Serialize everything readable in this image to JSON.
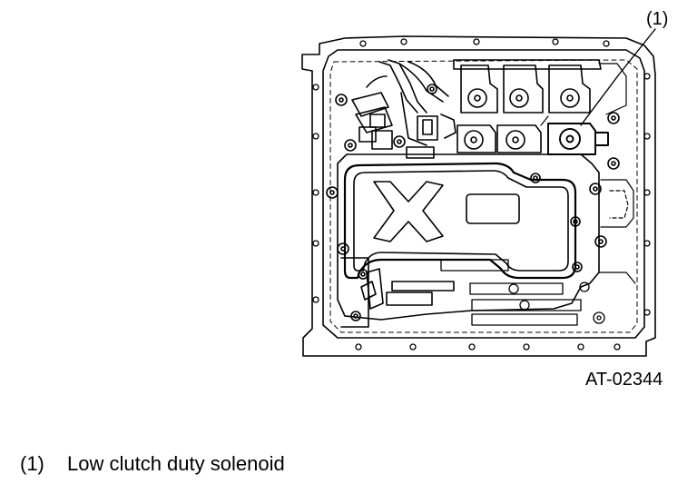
{
  "figure": {
    "callout_label": "(1)",
    "figure_id": "AT-02344"
  },
  "legend": {
    "items": [
      {
        "number": "(1)",
        "text": "Low clutch duty solenoid"
      }
    ]
  }
}
